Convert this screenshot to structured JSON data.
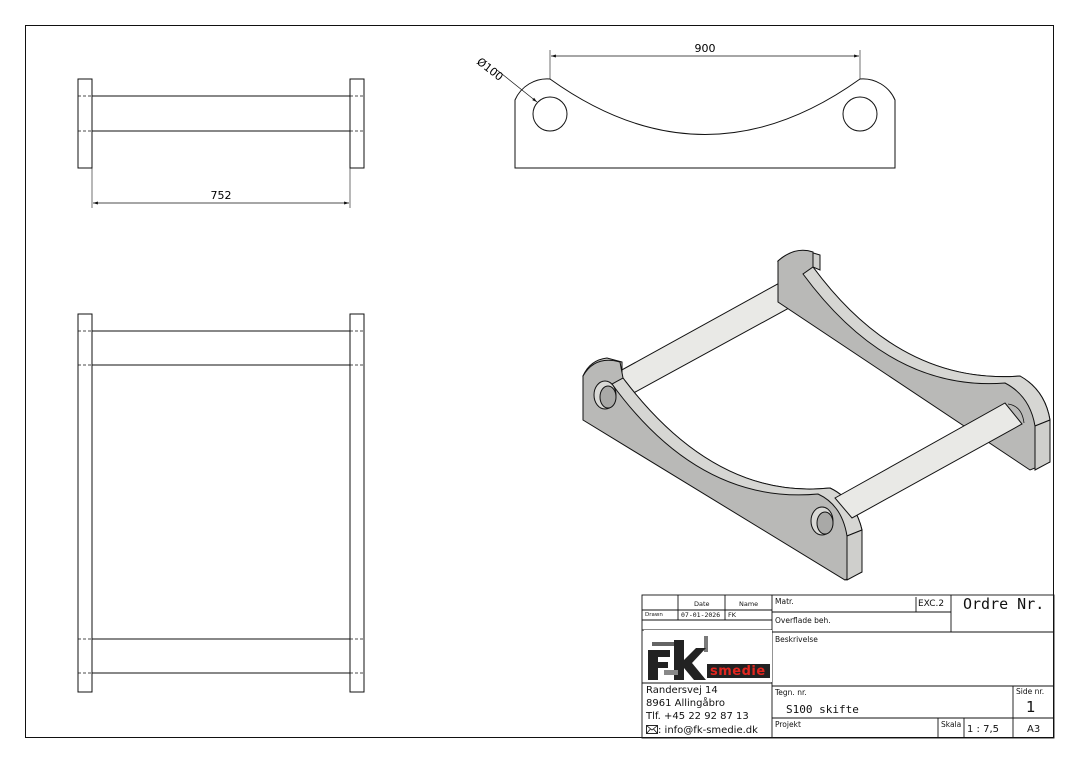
{
  "dimensions": {
    "top_width": "900",
    "hole_diameter": "Ø100",
    "side_length": "752"
  },
  "title_block": {
    "date_header": "Date",
    "name_header": "Name",
    "drawn_label": "Drawn",
    "drawn_date": "07-01-2026",
    "drawn_name": "FK",
    "matr_label": "Matr.",
    "exc_value": "EXC.2",
    "order_label": "Ordre Nr.",
    "surface_label": "Overflade beh.",
    "description_label": "Beskrivelse",
    "drawing_no_label": "Tegn. nr.",
    "drawing_no_value": "S100 skifte",
    "page_label": "Side nr.",
    "page_value": "1",
    "project_label": "Projekt",
    "scale_label": "Skala",
    "scale_value": "1 : 7,5",
    "format": "A3"
  },
  "company": {
    "logo_text": "smedie",
    "address_line1": "Randersvej 14",
    "address_line2": "8961 Allingåbro",
    "phone": "Tlf. +45 22 92 87 13",
    "email": ": info@fk-smedie.dk"
  }
}
